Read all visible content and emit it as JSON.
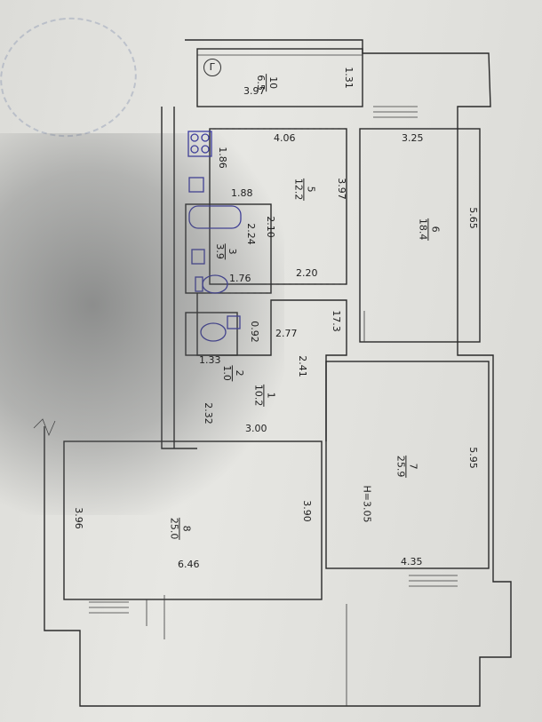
{
  "rooms": [
    {
      "id": "r10",
      "num": "10",
      "area": "6.5"
    },
    {
      "id": "r5",
      "num": "5",
      "area": "12.2"
    },
    {
      "id": "r6",
      "num": "6",
      "area": "18.4"
    },
    {
      "id": "r3",
      "num": "3",
      "area": "3.9"
    },
    {
      "id": "r2",
      "num": "2",
      "area": "1.0"
    },
    {
      "id": "r1",
      "num": "1",
      "area": "10.2"
    },
    {
      "id": "r7",
      "num": "7",
      "area": "25.9"
    },
    {
      "id": "r8",
      "num": "8",
      "area": "25.0"
    }
  ],
  "dims": {
    "d1": "1.31",
    "d2": "3.97",
    "d3": "4.06",
    "d4": "3.25",
    "d5": "1.86",
    "d6": "3.97",
    "d7": "5.65",
    "d8": "1.88",
    "d9": "2.10",
    "d10": "2.24",
    "d11": "1.76",
    "d12": "2.20",
    "d13": "0.92",
    "d14": "2.77",
    "d15": "17.3",
    "d16": "1.33",
    "d17": "2.41",
    "d18": "2.32",
    "d19": "3.00",
    "d20": "5.95",
    "d21": "3.96",
    "d22": "3.90",
    "d23": "6.46",
    "d24": "4.35"
  },
  "height_label": "H=3.05",
  "gas_symbol": "Г",
  "stamp_color": "#7886a8"
}
